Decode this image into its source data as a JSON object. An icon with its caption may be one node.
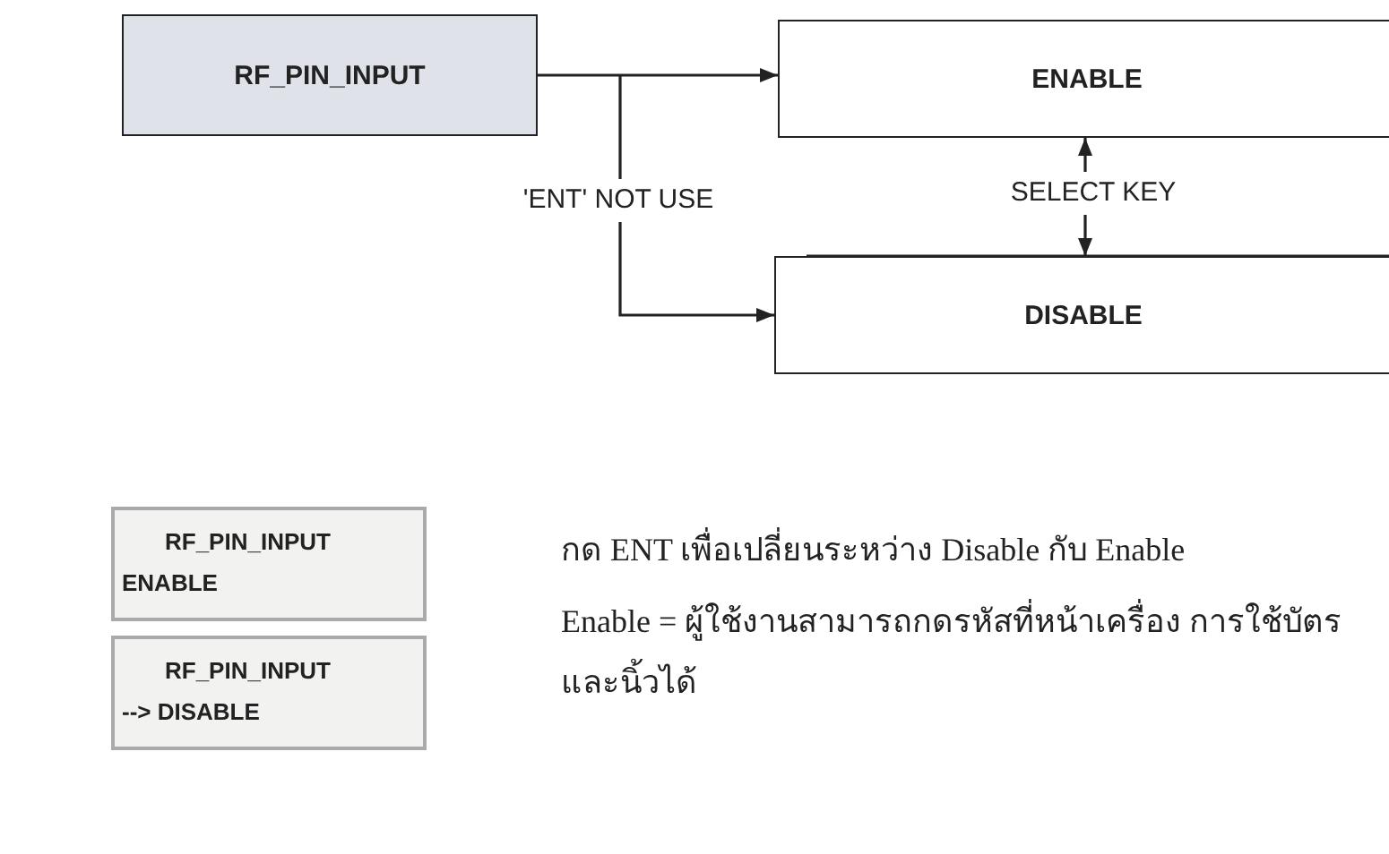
{
  "diagram": {
    "nodes": [
      {
        "text": [
          "RF_PIN_INPUT"
        ]
      },
      {
        "text": [
          "ENABLE"
        ]
      },
      {
        "text": [
          "DISABLE"
        ]
      },
      {
        "text": [
          "RF_PIN_INPUT",
          "ENABLE"
        ]
      },
      {
        "text": [
          "RF_PIN_INPUT",
          "--> DISABLE"
        ]
      }
    ],
    "edges": [
      {
        "from": 0,
        "to": 1,
        "arrow": "to"
      },
      {
        "from": 0,
        "to": 2,
        "arrow": "to",
        "label": "'ENT' NOT USE"
      },
      {
        "from": 1,
        "to": 2,
        "arrow": "both",
        "label": "SELECT KEY"
      }
    ],
    "labels": [
      "กด ENT เพื่อเปลี่ยนระหว่าง Disable กับ Enable",
      "Enable = ผู้ใช้งานสามารถกดรหัสที่หน้าเครื่อง การใช้บัตร และนิ้วได้"
    ]
  }
}
